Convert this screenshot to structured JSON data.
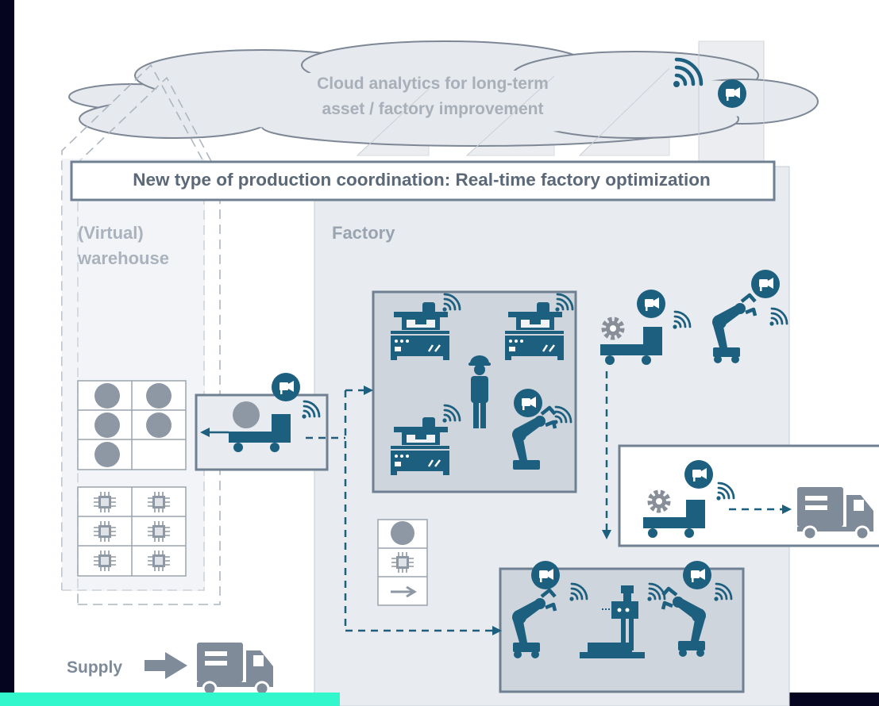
{
  "cloud": {
    "line1": "Cloud analytics for long-term",
    "line2": "asset / factory improvement"
  },
  "banner": {
    "label": "New type of production coordination: Real-time factory optimization"
  },
  "warehouse": {
    "line1": "(Virtual)",
    "line2": "warehouse"
  },
  "factory": {
    "label": "Factory"
  },
  "supply": {
    "label": "Supply"
  },
  "colors": {
    "background": "#050520",
    "panel": "#e8ebf0",
    "icon": "#1c5f7e",
    "frame": "#6f8092",
    "accent_bar": "#32f6cc"
  }
}
